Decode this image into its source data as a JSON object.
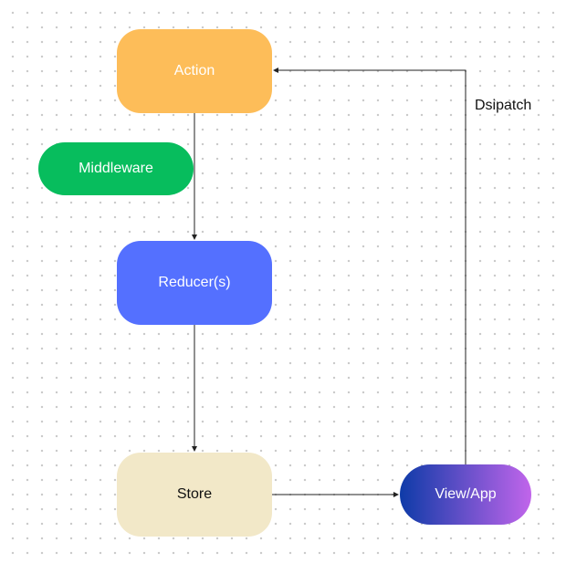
{
  "nodes": {
    "action": {
      "label": "Action",
      "color": "#FDBD59"
    },
    "middleware": {
      "label": "Middleware",
      "color": "#07BD5D"
    },
    "reducer": {
      "label": "Reducer(s)",
      "color": "#5470FF"
    },
    "store": {
      "label": "Store",
      "color": "#F2E8C8"
    },
    "view": {
      "label": "View/App",
      "gradient": [
        "#0E3BA8",
        "#C165EB"
      ]
    }
  },
  "edges": {
    "dispatch_label": "Dsipatch"
  }
}
